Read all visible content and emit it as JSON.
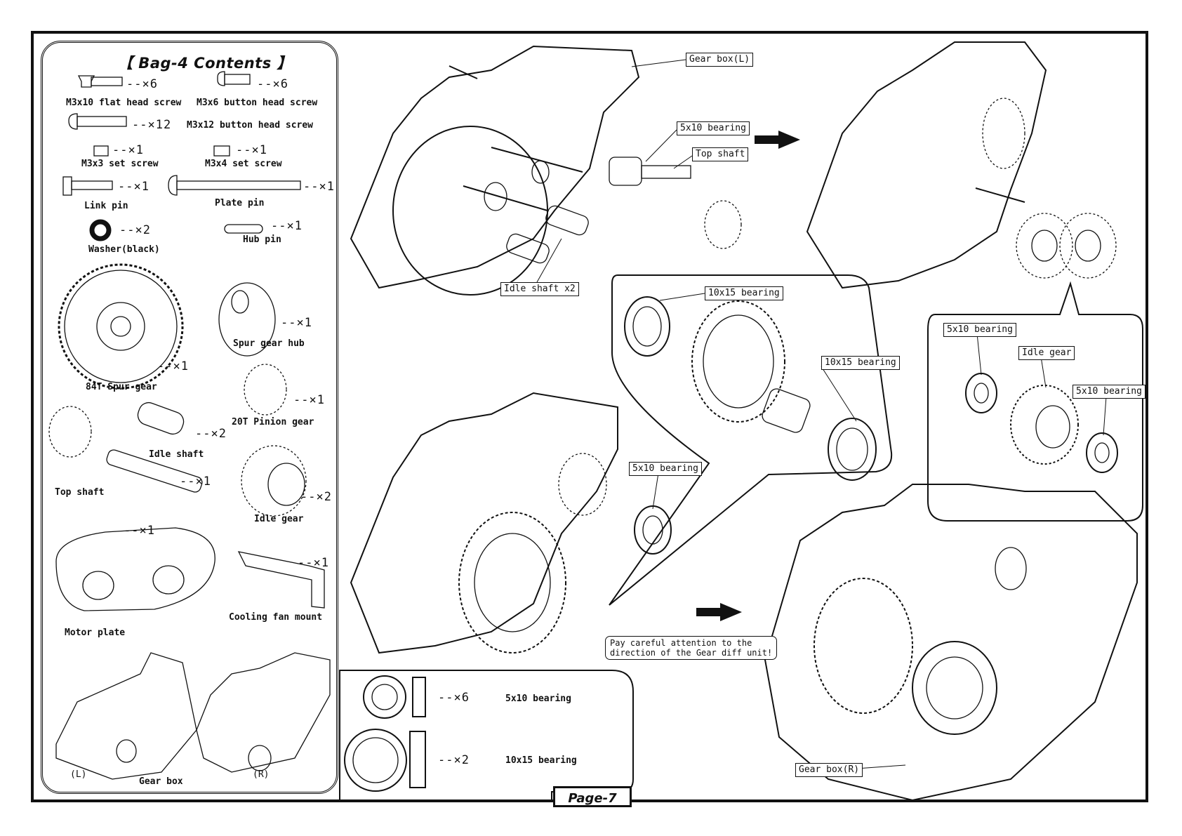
{
  "contents": {
    "title": "【 Bag-4 Contents 】",
    "parts": [
      {
        "name": "M3x10 flat head screw",
        "qty": "--×6"
      },
      {
        "name": "M3x6 button head screw",
        "qty": "--×6"
      },
      {
        "name": "M3x12 button head screw",
        "qty": "--×12"
      },
      {
        "name": "M3x3 set screw",
        "qty": "--×1"
      },
      {
        "name": "M3x4 set screw",
        "qty": "--×1"
      },
      {
        "name": "Link pin",
        "qty": "--×1"
      },
      {
        "name": "Plate pin",
        "qty": "--×1"
      },
      {
        "name": "Washer(black)",
        "qty": "--×2"
      },
      {
        "name": "Hub pin",
        "qty": "--×1"
      },
      {
        "name": "Spur gear hub",
        "qty": "--×1"
      },
      {
        "name": "84T Spur gear",
        "qty": "--×1"
      },
      {
        "name": "20T Pinion gear",
        "qty": "--×1"
      },
      {
        "name": "Idle shaft",
        "qty": "--×2"
      },
      {
        "name": "Top shaft",
        "qty": "--×1"
      },
      {
        "name": "Idle gear",
        "qty": "--×2"
      },
      {
        "name": "Motor plate",
        "qty": "--×1"
      },
      {
        "name": "Cooling fan mount",
        "qty": "--×1"
      },
      {
        "name": "Gear box",
        "qty": ""
      }
    ],
    "gearbox_left": "(L)",
    "gearbox_right": "(R)"
  },
  "bearings_box": {
    "items": [
      {
        "qty": "--×6",
        "name": "5x10 bearing"
      },
      {
        "qty": "--×2",
        "name": "10x15 bearing"
      }
    ]
  },
  "callouts": {
    "gear_box_l": "Gear box(L)",
    "bearing_5x10_top": "5x10 bearing",
    "top_shaft": "Top shaft",
    "idle_shaft_x2": "Idle shaft x2",
    "bearing_10x15_a": "10x15 bearing",
    "bearing_10x15_b": "10x15 bearing",
    "bearing_5x10_detail_a": "5x10 bearing",
    "idle_gear": "Idle gear",
    "bearing_5x10_detail_b": "5x10 bearing",
    "bearing_5x10_mid": "5x10 bearing",
    "gear_box_r": "Gear box(R)"
  },
  "note": {
    "line1": "Pay careful attention to the",
    "line2": "direction of the Gear diff unit!"
  },
  "page_label": "Page-7"
}
